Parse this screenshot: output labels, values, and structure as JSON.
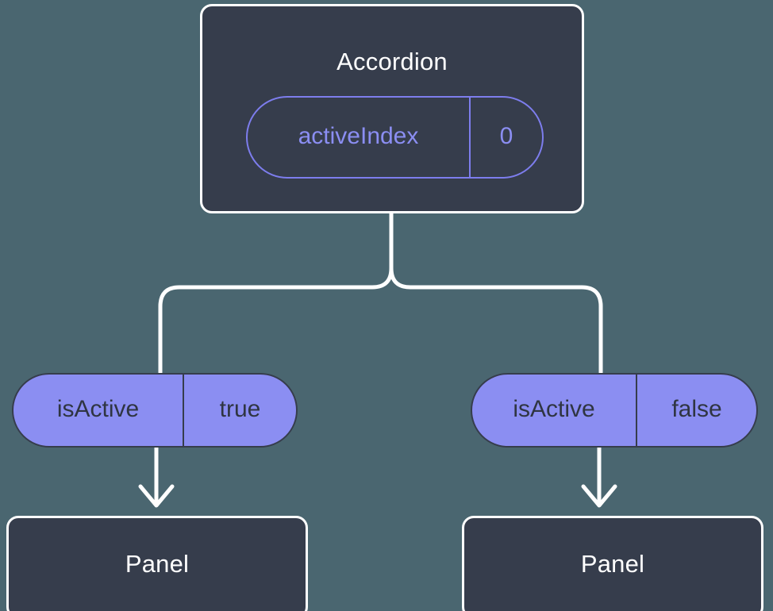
{
  "canvas": {
    "background": "#4a6670",
    "node_fill": "#363d4c",
    "node_border": "#ffffff",
    "accent": "#8b8ef2",
    "accent_outline": "#7d7ded",
    "connector": "#ffffff"
  },
  "root": {
    "title": "Accordion",
    "state": {
      "key": "activeIndex",
      "value": "0"
    }
  },
  "branches": [
    {
      "prop": {
        "key": "isActive",
        "value": "true"
      },
      "child": {
        "title": "Panel"
      }
    },
    {
      "prop": {
        "key": "isActive",
        "value": "false"
      },
      "child": {
        "title": "Panel"
      }
    }
  ]
}
